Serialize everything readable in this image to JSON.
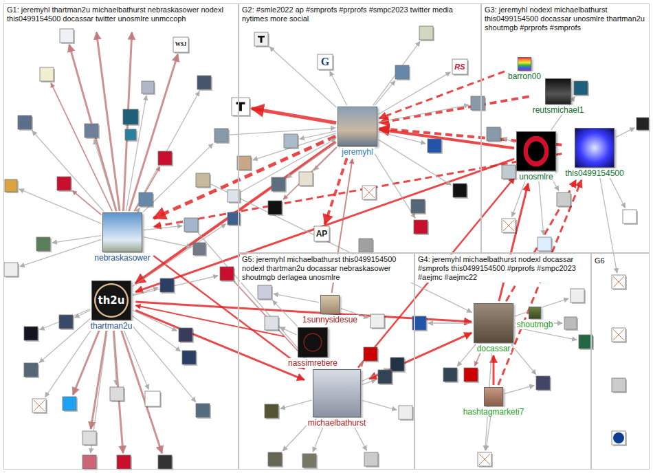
{
  "diagram": {
    "nodes": [
      {
        "text": [
          "G1: jeremyhl thartman2u michaelbathurst nebraskasower nodexl this0499154500 docassar twitter unosmlre unmccoph"
        ]
      },
      {
        "text": [
          "nebraskasower"
        ],
        "in": 0
      },
      {
        "text": [
          "thartman2u"
        ],
        "in": 0
      },
      {
        "text": [
          "G2: #smle2022 ap #smprofs #prprofs #smpc2023 twitter media nytimes more social"
        ]
      },
      {
        "text": [
          "jeremyhl"
        ],
        "in": 3
      },
      {
        "text": [
          "G3: jeremyhl nodexl michaelbathurst this0499154500 docassar unosmlre thartman2u shoutmgb #prprofs #smprofs"
        ]
      },
      {
        "text": [
          "barron00"
        ],
        "in": 5
      },
      {
        "text": [
          "reutsmichael1"
        ],
        "in": 5
      },
      {
        "text": [
          "unosmlre"
        ],
        "in": 5
      },
      {
        "text": [
          "this0499154500"
        ],
        "in": 5
      },
      {
        "text": [
          "G5: jeremyhl michaelbathurst this0499154500 nodexl thartman2u docassar nebraskasower shoutmgb derlagea unosmlre"
        ]
      },
      {
        "text": [
          "1sunnysidesue"
        ],
        "in": 10
      },
      {
        "text": [
          "nassimretiere"
        ],
        "in": 10
      },
      {
        "text": [
          "michaelbathurst"
        ],
        "in": 10
      },
      {
        "text": [
          "G4: jeremyhl michaelbathurst nodexl docassar #smprofs this0499154500 #prprofs #smpc2023 #aejmc #aejmc22"
        ]
      },
      {
        "text": [
          "docassar"
        ],
        "in": 14
      },
      {
        "text": [
          "shoutmgb"
        ],
        "in": 14
      },
      {
        "text": [
          "hashtagmarketi7"
        ],
        "in": 14
      },
      {
        "text": [
          "G6"
        ]
      }
    ],
    "edges": [
      {
        "from": 8,
        "to": 4,
        "arrow": "to"
      },
      {
        "from": 9,
        "to": 4,
        "arrow": "to"
      },
      {
        "from": 4,
        "to": 1,
        "arrow": "to"
      },
      {
        "from": 4,
        "to": 2,
        "arrow": "to"
      },
      {
        "from": 8,
        "to": 2,
        "arrow": "to"
      },
      {
        "from": 9,
        "to": 1,
        "arrow": "to"
      },
      {
        "from": 2,
        "to": 13,
        "arrow": "to"
      },
      {
        "from": 2,
        "to": 15,
        "arrow": "to"
      },
      {
        "from": 1,
        "to": 13,
        "arrow": "to"
      },
      {
        "from": 13,
        "to": 15,
        "arrow": "both"
      },
      {
        "from": 15,
        "to": 9,
        "arrow": "to"
      },
      {
        "from": 15,
        "to": 8,
        "arrow": "to"
      },
      {
        "from": 17,
        "to": 15,
        "arrow": "to"
      },
      {
        "from": 17,
        "to": 9,
        "arrow": "to"
      },
      {
        "from": 12,
        "to": 2,
        "arrow": "to"
      },
      {
        "from": 11,
        "to": 4,
        "arrow": "to"
      },
      {
        "from": 7,
        "to": 4,
        "arrow": "to"
      },
      {
        "from": 6,
        "to": 4,
        "arrow": "to"
      },
      {
        "from": 13,
        "to": 8,
        "arrow": "to"
      }
    ],
    "labels": [
      "th2u",
      "WSJ",
      "G",
      "RS",
      "AP"
    ]
  }
}
